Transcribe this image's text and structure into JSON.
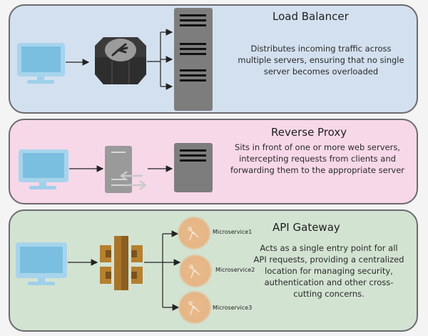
{
  "panels": {
    "load_balancer": {
      "title": "Load Balancer",
      "description": "Distributes incoming traffic across multiple servers, ensuring that no single server becomes overloaded",
      "color": "#d3e0ef"
    },
    "reverse_proxy": {
      "title": "Reverse Proxy",
      "description": "Sits in front of one or more web servers, intercepting requests from clients and forwarding them to the appropriate server",
      "color": "#f7d8e9"
    },
    "api_gateway": {
      "title": "API Gateway",
      "description": "Acts as a single entry point for all API requests, providing a centralized location for managing security, authentication and other cross-cutting concerns.",
      "color": "#d3e3d2",
      "microservices": [
        "Microservice1",
        "Microservice2",
        "Microservice3"
      ]
    }
  },
  "icons": {
    "client": "monitor-icon",
    "load_balancer": "octagon-hub-icon",
    "server_rack": "server-rack-icon",
    "proxy": "proxy-server-icon",
    "gateway": "api-gateway-icon",
    "microservice": "compass-tool-icon"
  },
  "colors": {
    "monitor": "#7bbfe0",
    "server": "#7d7d7d",
    "gateway": "#b07b2c",
    "microservice": "#e8b98a",
    "border": "#6b6b70"
  }
}
